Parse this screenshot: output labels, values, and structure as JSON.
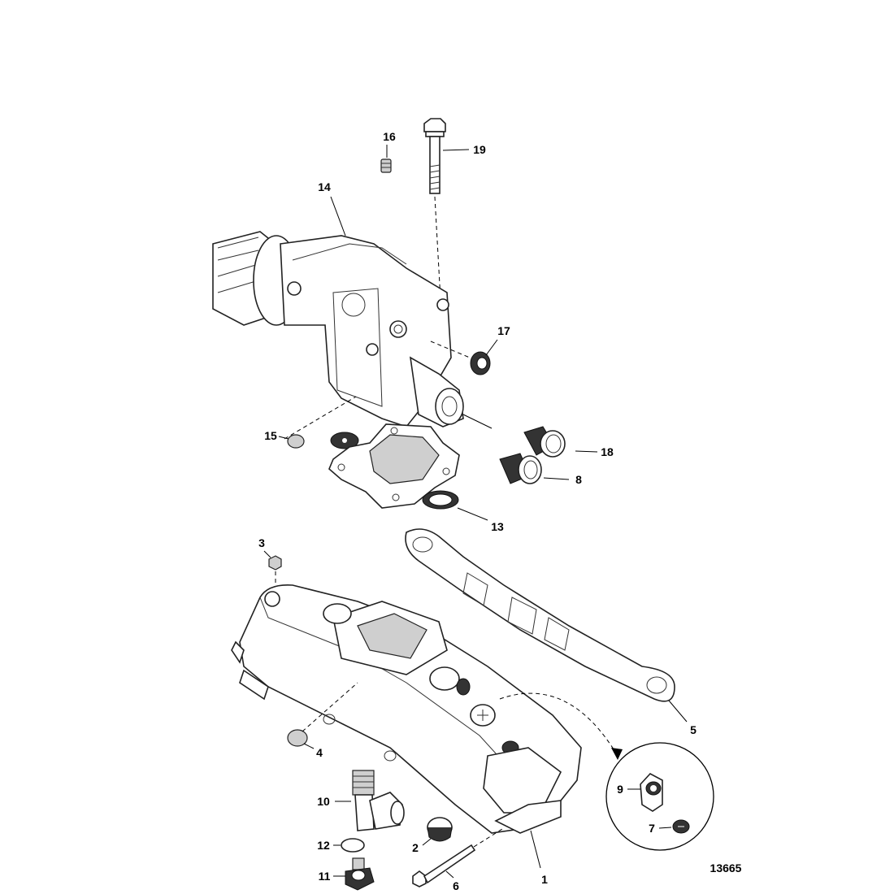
{
  "diagram": {
    "figure_number": "13665",
    "callouts": {
      "c1": "1",
      "c2": "2",
      "c3": "3",
      "c4": "4",
      "c5": "5",
      "c6": "6",
      "c7": "7",
      "c8": "8",
      "c9": "9",
      "c10": "10",
      "c11": "11",
      "c12": "12",
      "c13": "13",
      "c14": "14",
      "c15": "15",
      "c16": "16",
      "c17": "17",
      "c18": "18",
      "c19": "19"
    }
  }
}
